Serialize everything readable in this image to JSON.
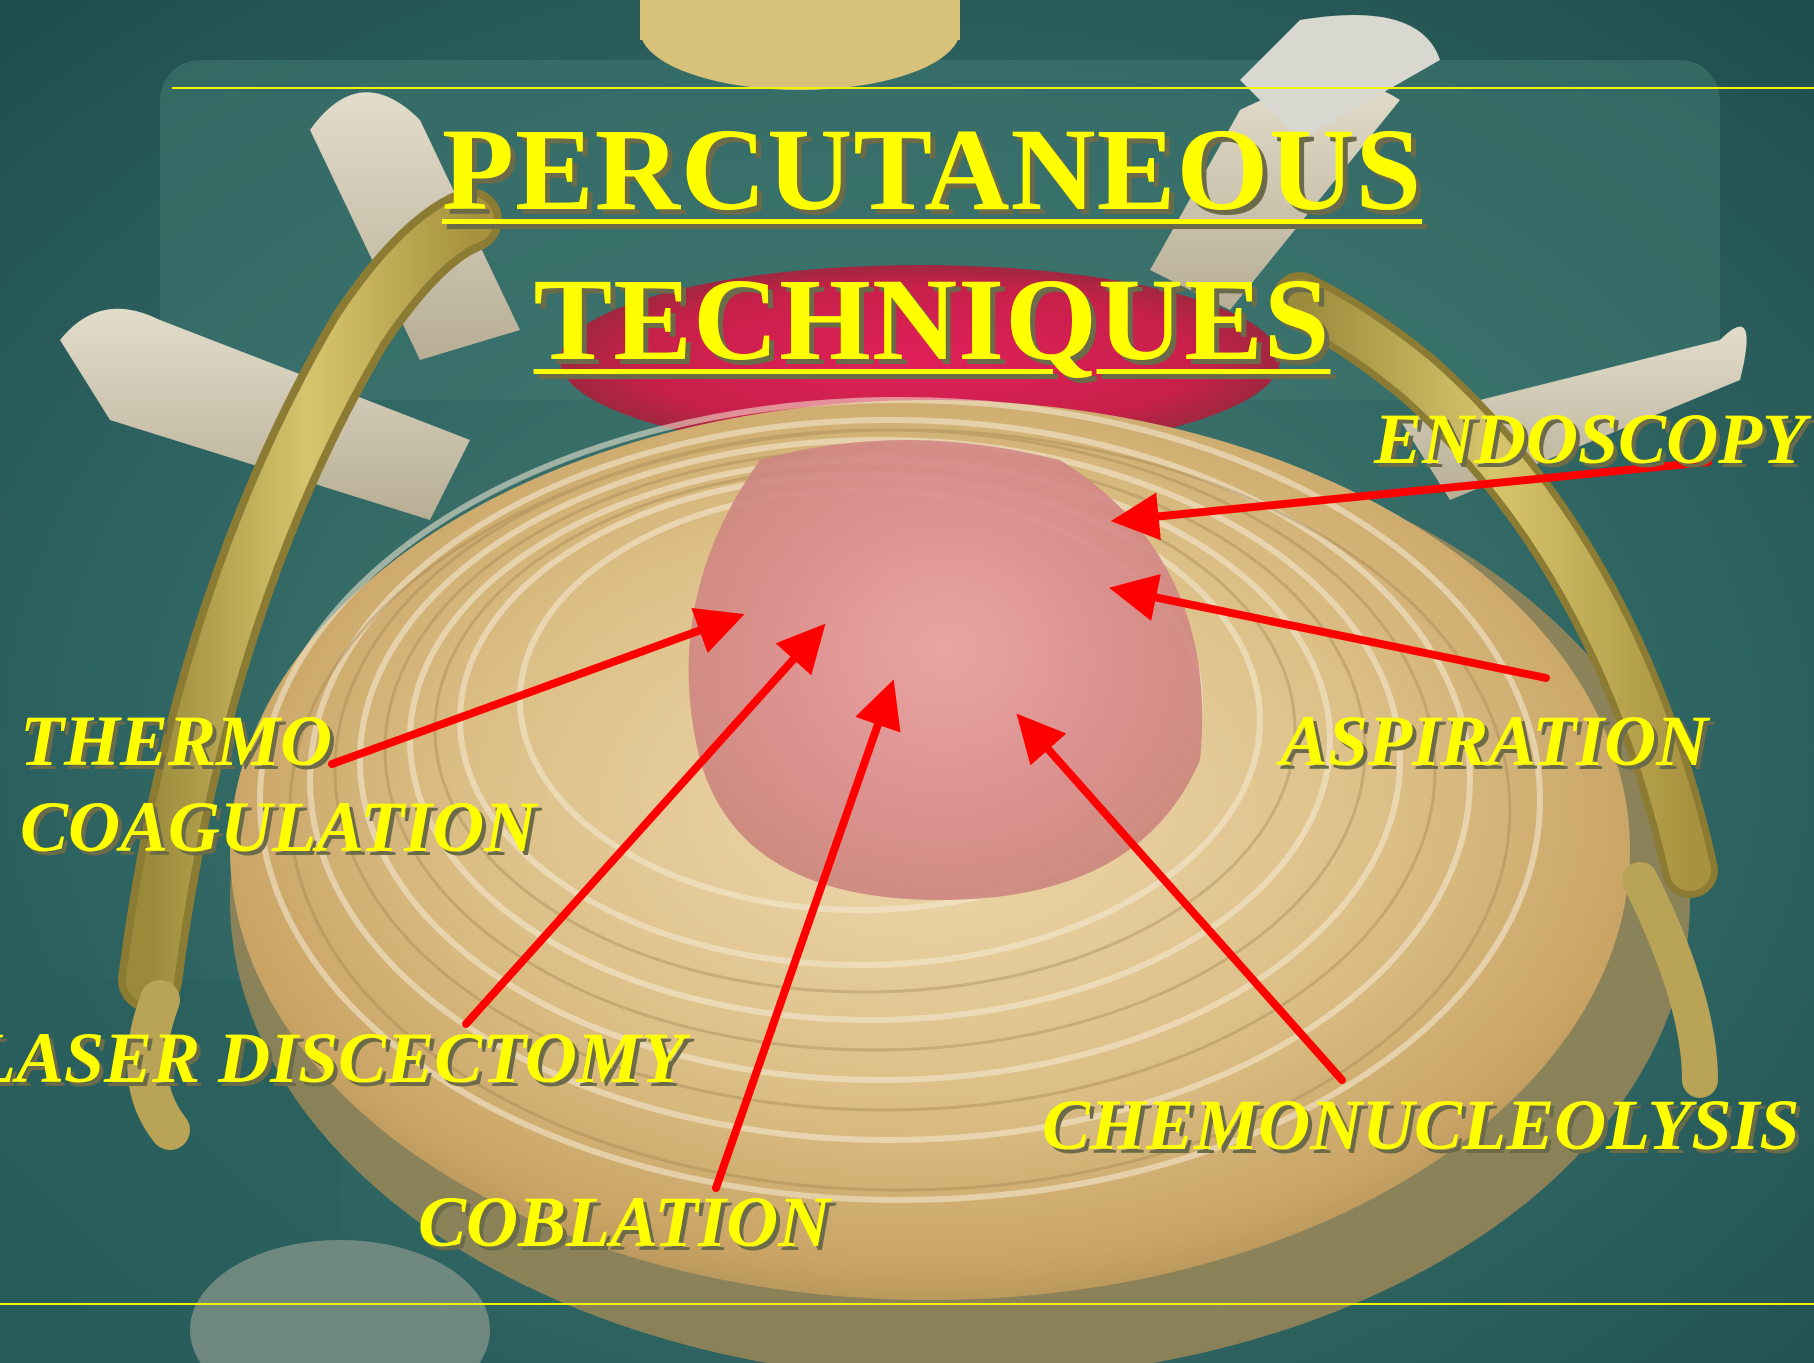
{
  "slide": {
    "title_lines": [
      "PERCUTANEOUS",
      "TECHNIQUES"
    ],
    "labels": {
      "endoscopy": "ENDOSCOPY",
      "thermo_line1": "THERMO",
      "thermo_line2": "COAGULATION",
      "aspiration": "ASPIRATION",
      "laser_discectomy": "LASER DISCECTOMY",
      "chemonucleolysis": "CHEMONUCLEOLYSIS",
      "coblation": "COBLATION"
    },
    "colors": {
      "text": "#ffff00",
      "text_shadow": "#6b6b4a",
      "arrow": "#ff0000",
      "rule": "#f5f200",
      "background": "#2a5a58"
    },
    "illustration": "anatomical model of an intervertebral disc with herniated nucleus, viewed from above"
  }
}
